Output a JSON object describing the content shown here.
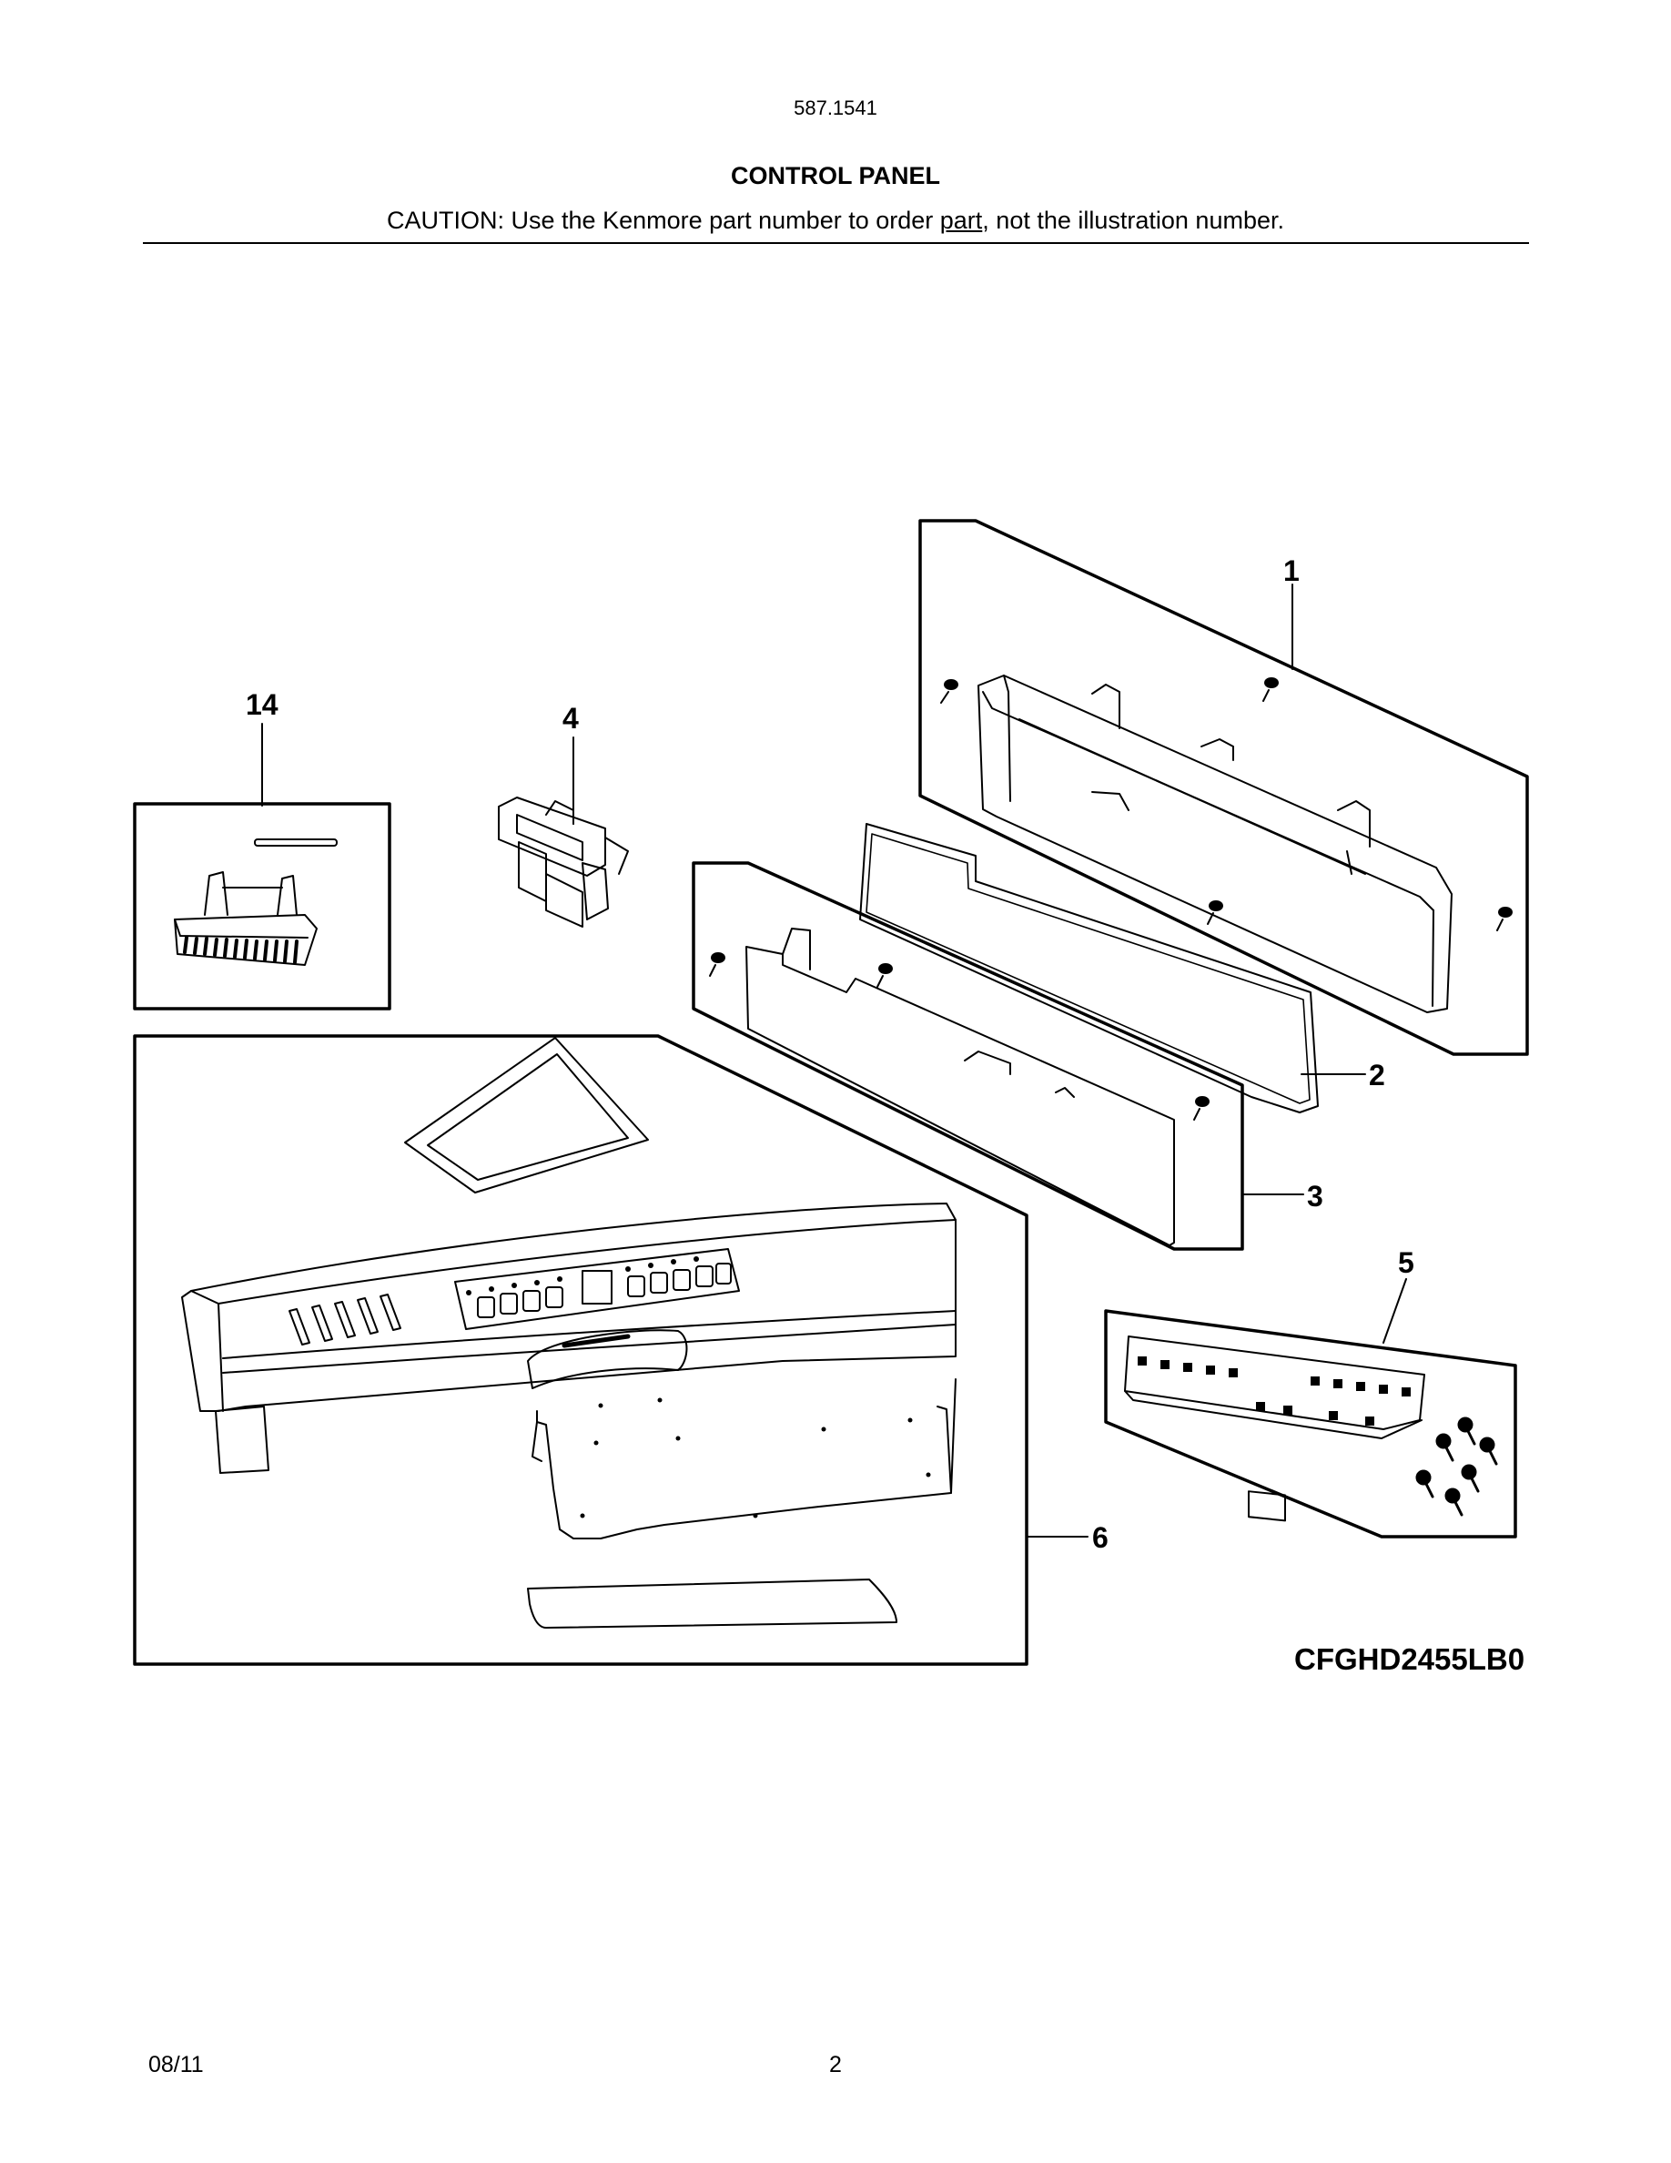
{
  "header": {
    "doc_number": "587.1541",
    "title": "CONTROL PANEL",
    "caution_before": "CAUTION: Use the Kenmore part number to order ",
    "caution_underlined": "part",
    "caution_after": ", not the illustration number."
  },
  "callouts": {
    "c1": "1",
    "c2": "2",
    "c3": "3",
    "c4": "4",
    "c5": "5",
    "c6": "6",
    "c14": "14"
  },
  "model": "CFGHD2455LB0",
  "footer": {
    "date": "08/11",
    "page": "2"
  },
  "colors": {
    "ink": "#000000",
    "paper": "#ffffff"
  }
}
